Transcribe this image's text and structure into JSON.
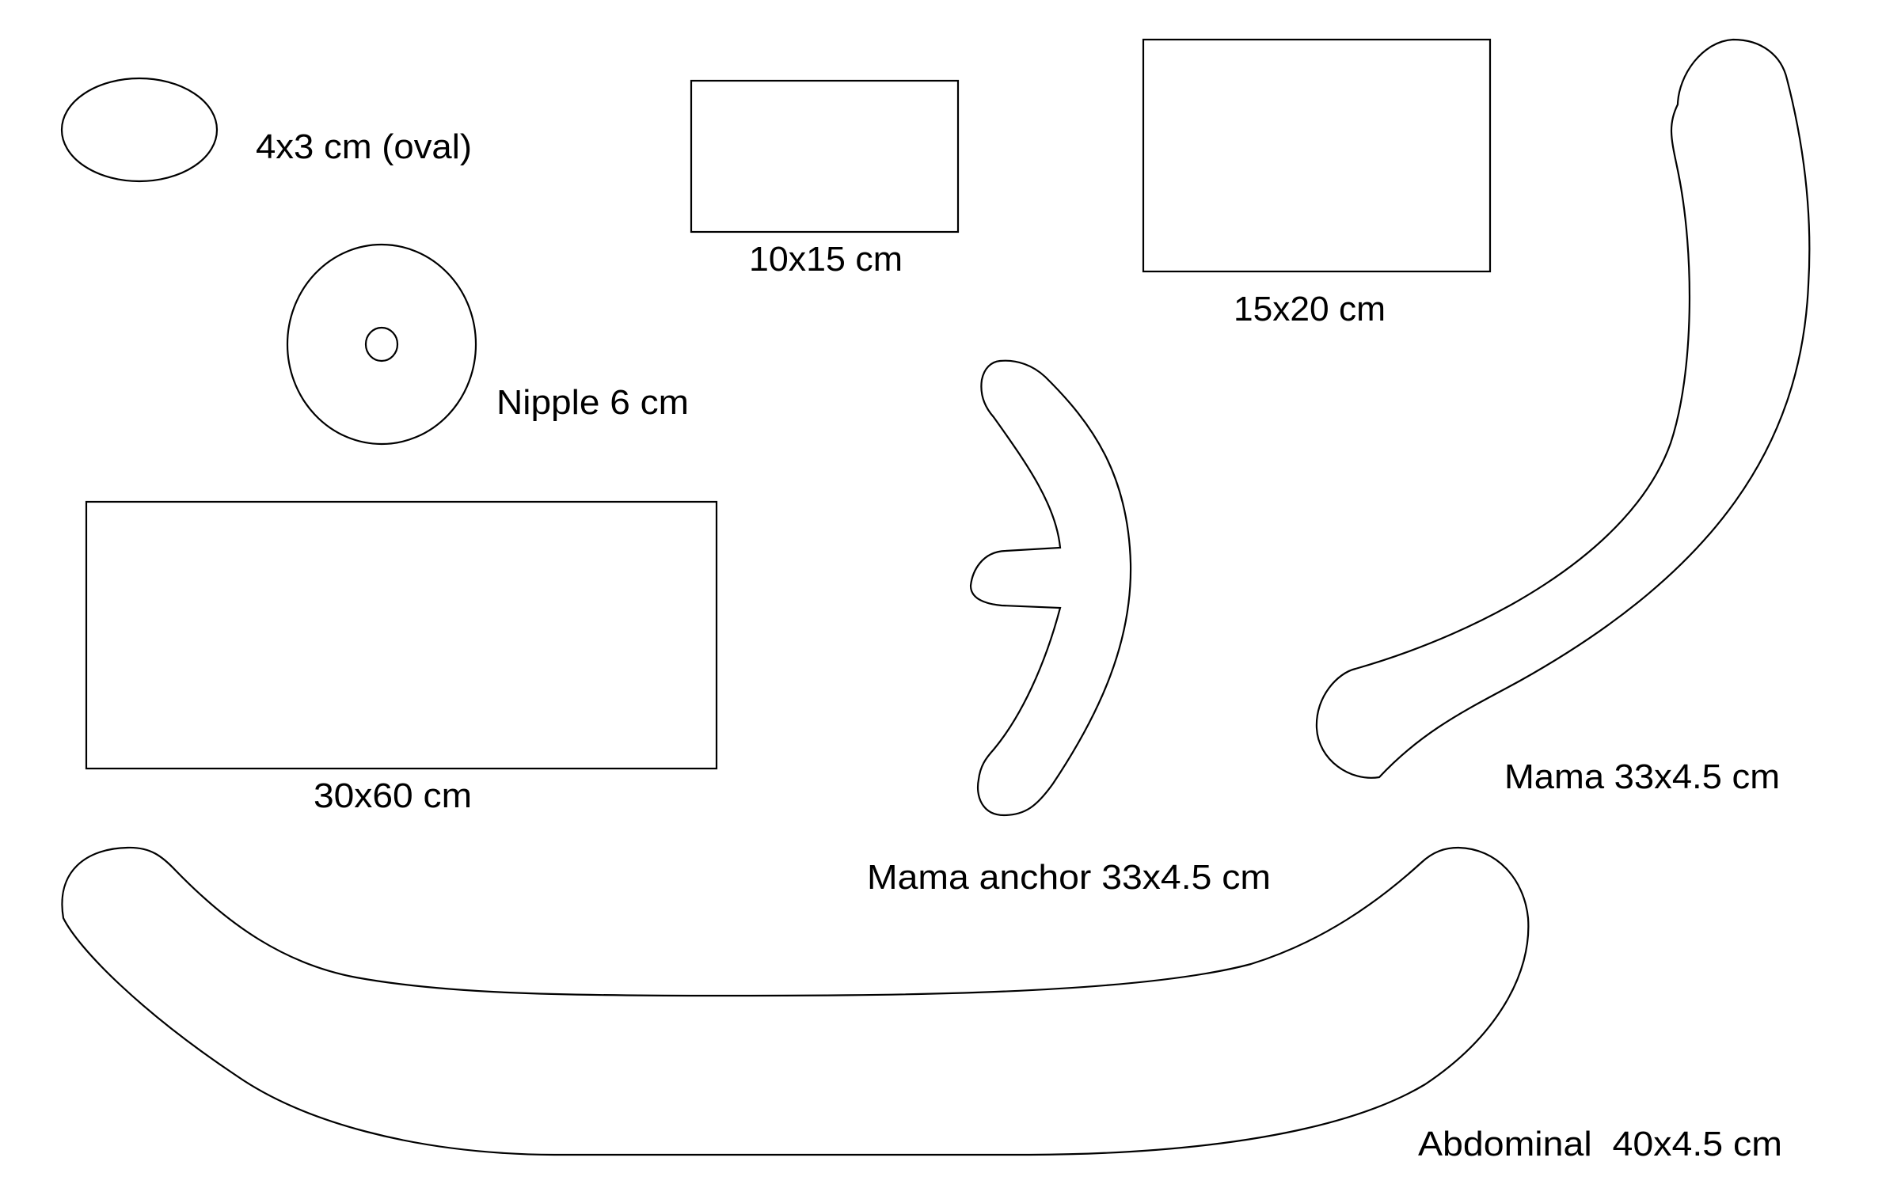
{
  "diagram": {
    "background": "#ffffff",
    "stroke_color": "#000000",
    "pieces": [
      {
        "id": "oval",
        "shape": "ellipse",
        "label": "4x3 cm (oval)"
      },
      {
        "id": "nipple",
        "shape": "ring",
        "label": "Nipple 6 cm"
      },
      {
        "id": "rect-10x15",
        "shape": "rectangle",
        "label": "10x15 cm"
      },
      {
        "id": "rect-15x20",
        "shape": "rectangle",
        "label": "15x20 cm"
      },
      {
        "id": "rect-30x60",
        "shape": "rectangle",
        "label": "30x60 cm"
      },
      {
        "id": "mama-anchor",
        "shape": "curved-strip-with-tab",
        "label": "Mama anchor 33x4.5 cm"
      },
      {
        "id": "mama",
        "shape": "curved-strip",
        "label": "Mama 33x4.5 cm"
      },
      {
        "id": "abdominal",
        "shape": "curved-strip",
        "label": "Abdominal  40x4.5 cm"
      }
    ]
  }
}
